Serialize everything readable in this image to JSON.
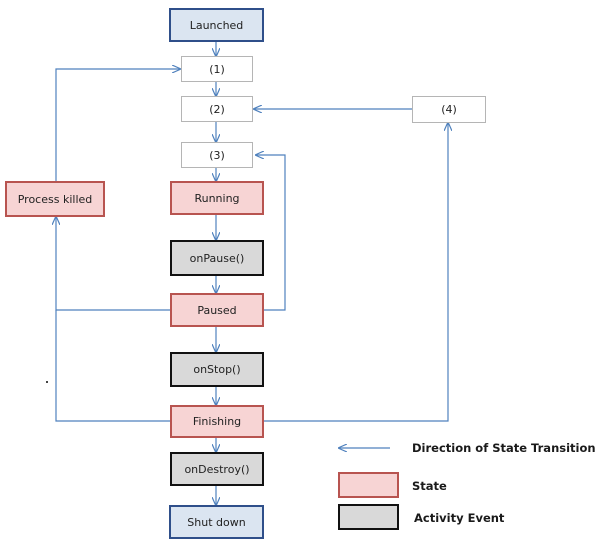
{
  "nodes": {
    "launched": "Launched",
    "step1": "(1)",
    "step2": "(2)",
    "step3": "(3)",
    "step4": "(4)",
    "running": "Running",
    "on_pause": "onPause()",
    "paused": "Paused",
    "on_stop": "onStop()",
    "finishing": "Finishing",
    "on_destroy": "onDestroy()",
    "shut_down": "Shut down",
    "process_killed": "Process killed"
  },
  "legend": {
    "transition": "Direction of State Transition",
    "state": "State",
    "activity_event": "Activity Event"
  },
  "colors": {
    "arrow": "#4f81bd",
    "state_fill": "#f7d4d4",
    "state_border": "#b85450",
    "event_fill": "#d9d9d9",
    "event_border": "#111111",
    "endpoint_fill": "#dbe5f1",
    "endpoint_border": "#2f4f8a"
  }
}
